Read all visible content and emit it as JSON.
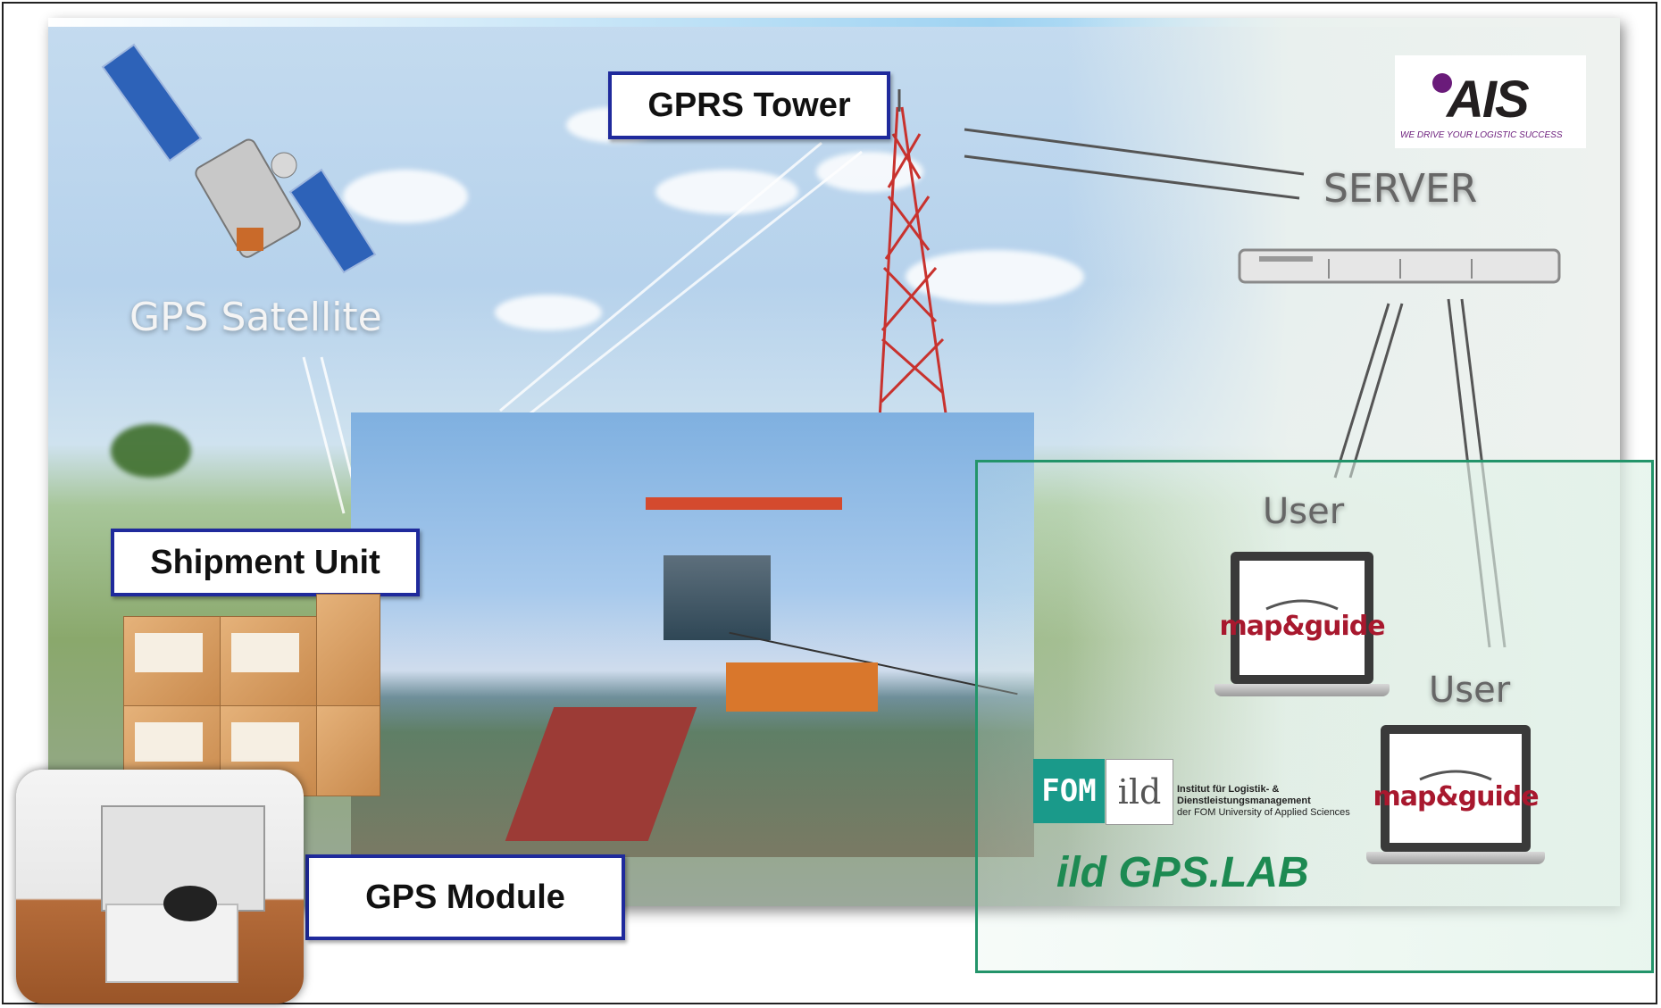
{
  "labels": {
    "gprs_tower": "GPRS Tower",
    "shipment_unit": "Shipment Unit",
    "gps_module": "GPS Module",
    "gps_satellite": "GPS Satellite",
    "server": "SERVER",
    "user_1": "User",
    "user_2": "User",
    "lab_name": "ild GPS.LAB"
  },
  "logos": {
    "ais": {
      "text": "AIS",
      "tagline": "WE DRIVE YOUR LOGISTIC SUCCESS",
      "color": "#231f20",
      "dot_color": "#6a1b7a"
    },
    "map_guide": "map&guide",
    "fom": "FOM",
    "ild": "ild",
    "ild_line1": "Institut für Logistik- &",
    "ild_line2": "Dienstleistungsmanagement",
    "ild_line3": "der FOM University of Applied Sciences"
  },
  "colors": {
    "label_border": "#1f2a9c",
    "lab_box_border": "#23946a",
    "lab_text": "#1d8a52",
    "map_guide_red": "#a8182e",
    "fom_teal": "#1a9a8a"
  },
  "icons": [
    "satellite-icon",
    "tower-icon",
    "server-icon",
    "laptop-icon",
    "laptop-icon",
    "shipment-boxes-icon",
    "gps-module-photo"
  ]
}
